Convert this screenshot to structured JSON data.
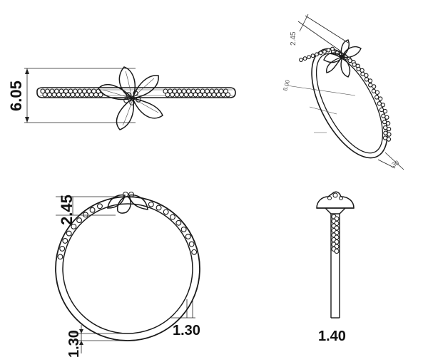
{
  "views": {
    "top": {
      "dimension": "6.05"
    },
    "perspective": {
      "dimension_top": "2.45",
      "dimension_side": "8.00",
      "dimension_bottom": ".30"
    },
    "front": {
      "dimension_head": "2.45",
      "dimension_shank_right": "1.30",
      "dimension_shank_left": "1.30"
    },
    "side": {
      "dimension_width": "1.40"
    }
  },
  "colors": {
    "line": "#1a1a1a",
    "dimension": "#222222",
    "background": "#ffffff"
  },
  "icons": {
    "stone": "round-pave-stone-icon",
    "flower": "flower-head-icon"
  }
}
